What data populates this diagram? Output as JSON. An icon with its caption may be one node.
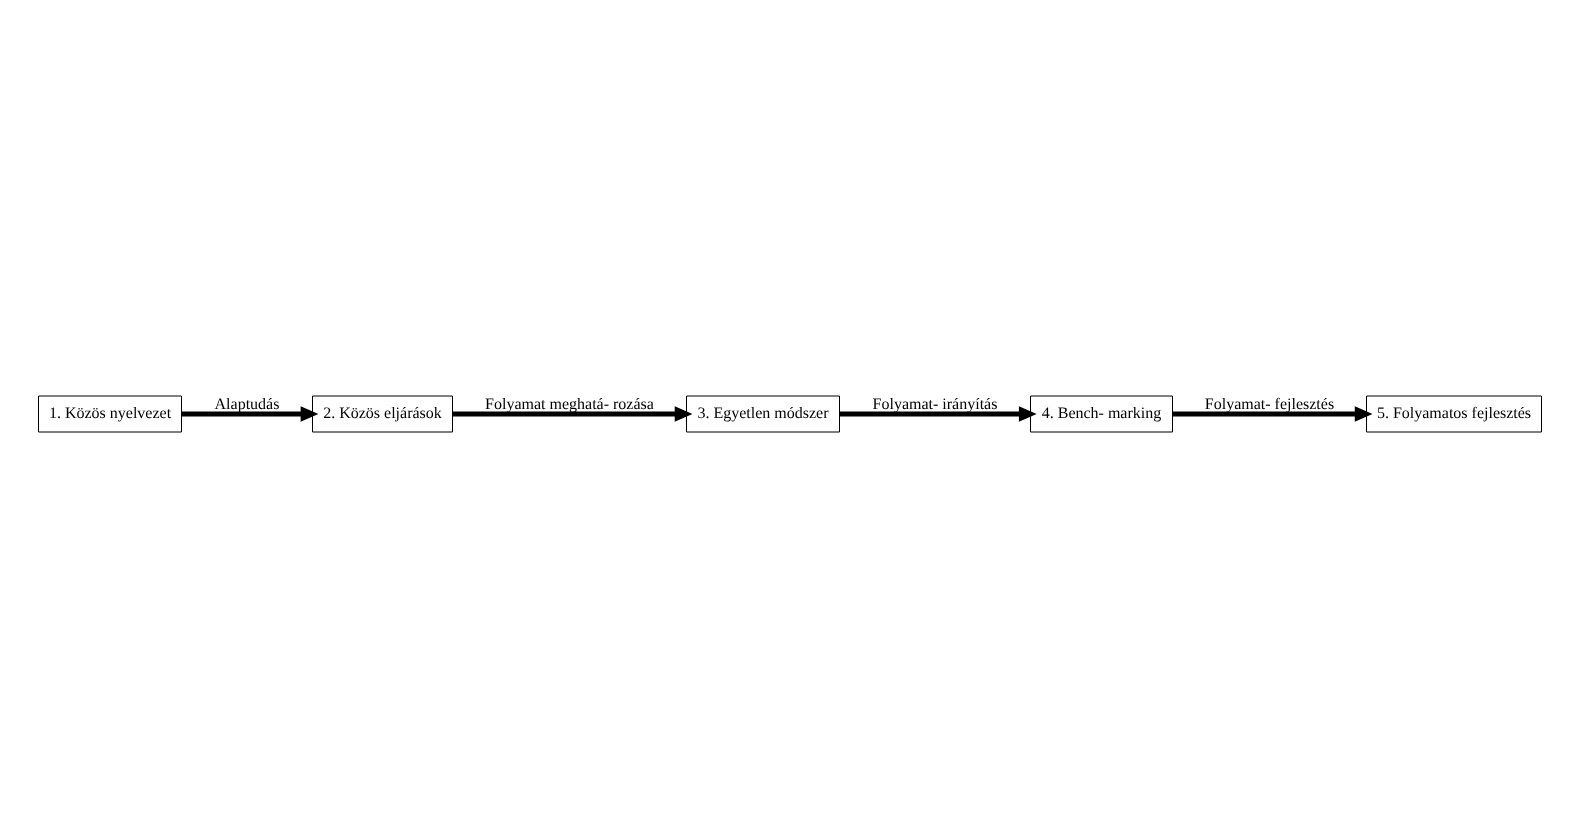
{
  "diagram": {
    "nodes": [
      {
        "text": [
          "1. Közös nyelvezet"
        ]
      },
      {
        "text": [
          "2. Közös eljárások"
        ]
      },
      {
        "text": [
          "3. Egyetlen módszer"
        ]
      },
      {
        "text": [
          "4. Bench- marking"
        ]
      },
      {
        "text": [
          "5. Folyamatos fejlesztés"
        ]
      }
    ],
    "edges": [
      {
        "from": 0,
        "to": 1,
        "arrow": "to",
        "label": "Alaptudás"
      },
      {
        "from": 1,
        "to": 2,
        "arrow": "to",
        "label": "Folyamat meghatá- rozása"
      },
      {
        "from": 2,
        "to": 3,
        "arrow": "to",
        "label": "Folyamat- irányítás"
      },
      {
        "from": 3,
        "to": 4,
        "arrow": "to",
        "label": "Folyamat- fejlesztés"
      }
    ]
  }
}
